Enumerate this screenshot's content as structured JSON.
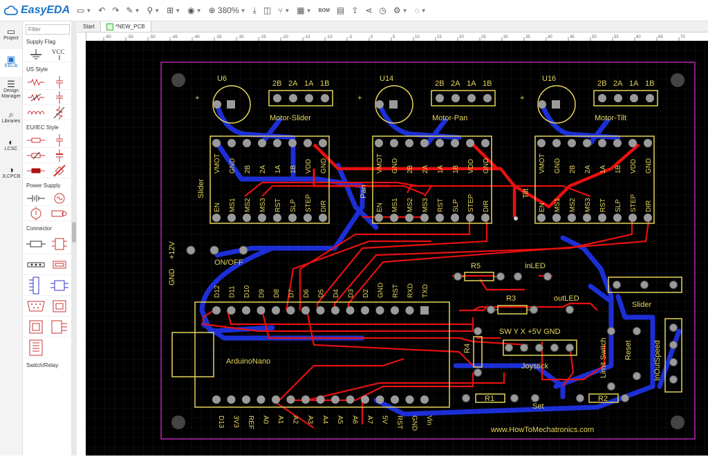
{
  "app": {
    "name": "EasyEDA"
  },
  "toolbar": {
    "zoom": "380%",
    "bom": "BOM"
  },
  "rail": [
    {
      "label": "Project"
    },
    {
      "label": "EELib"
    },
    {
      "label": "Design Manager"
    },
    {
      "label": "Libraries"
    },
    {
      "label": "LCSC"
    },
    {
      "label": "JLCPCB"
    }
  ],
  "library": {
    "filter_placeholder": "Filter",
    "sections": {
      "supply_flag": "Supply Flag",
      "us_style": "US Style",
      "eu_style": "EU/IEC Style",
      "power_supply": "Power Supply",
      "connector": "Connector",
      "switch_relay": "Switch/Relay"
    },
    "vcc_label": "VCC"
  },
  "tabs": [
    {
      "label": "Start"
    },
    {
      "label": "*NEW_PCB"
    }
  ],
  "ruler": {
    "top": [
      "-60",
      "-55",
      "-50",
      "-45",
      "-40",
      "-35",
      "-30",
      "-25",
      "-20",
      "-15",
      "-10",
      "-5",
      "0",
      "5",
      "10",
      "15",
      "20",
      "25",
      "30",
      "35",
      "40",
      "45",
      "50",
      "55",
      "60",
      "65",
      "70"
    ]
  },
  "pcb": {
    "drivers": [
      {
        "ref": "U6",
        "motor": "Motor-Slider",
        "side": "Slider"
      },
      {
        "ref": "U14",
        "motor": "Motor-Pan",
        "side": "Pan"
      },
      {
        "ref": "U16",
        "motor": "Motor-Tilt",
        "side": "Tilt"
      }
    ],
    "motor_pins": [
      "2B",
      "2A",
      "1A",
      "1B"
    ],
    "driver_top_pins": [
      "VMOT",
      "GND",
      "2B",
      "2A",
      "1A",
      "1B",
      "VDD",
      "GND"
    ],
    "driver_bottom_pins": [
      "EN",
      "MS1",
      "MS2",
      "MS3",
      "RST",
      "SLP",
      "STEP",
      "DIR"
    ],
    "power": {
      "plus12": "+12V",
      "gnd": "GND",
      "switch": "ON/OFF"
    },
    "arduino": {
      "name": "ArduinoNano",
      "top_pins": [
        "D12",
        "D11",
        "D10",
        "D9",
        "D8",
        "D7",
        "D6",
        "D5",
        "D4",
        "D3",
        "D2",
        "GND",
        "RST",
        "RXD",
        "TXD"
      ],
      "bottom_pins": [
        "D13",
        "3V3",
        "REF",
        "A0",
        "A1",
        "A2",
        "A3",
        "A4",
        "A5",
        "A6",
        "A7",
        "5V",
        "RST",
        "GND",
        "Vin"
      ]
    },
    "resistors": {
      "r5": "R5",
      "r3": "R3",
      "r4": "R4",
      "r1": "R1",
      "r2": "R2"
    },
    "leds": {
      "in": "inLED",
      "out": "outLED"
    },
    "joystick": {
      "name": "Joystick",
      "pins": [
        "SW",
        "Y",
        "X",
        "+5V",
        "GND"
      ]
    },
    "labels": {
      "slider": "Slider",
      "limit": "Limit Switch",
      "reset": "Reset",
      "inout": "InOutSpeed",
      "set": "Set"
    },
    "url": "www.HowToMechatronics.com"
  },
  "colors": {
    "bottom_trace": "#1c2fd6",
    "top_trace": "#e81010",
    "silk": "#e6d55c",
    "pad": "#9a9a9a",
    "outline": "#8a1c8a"
  }
}
